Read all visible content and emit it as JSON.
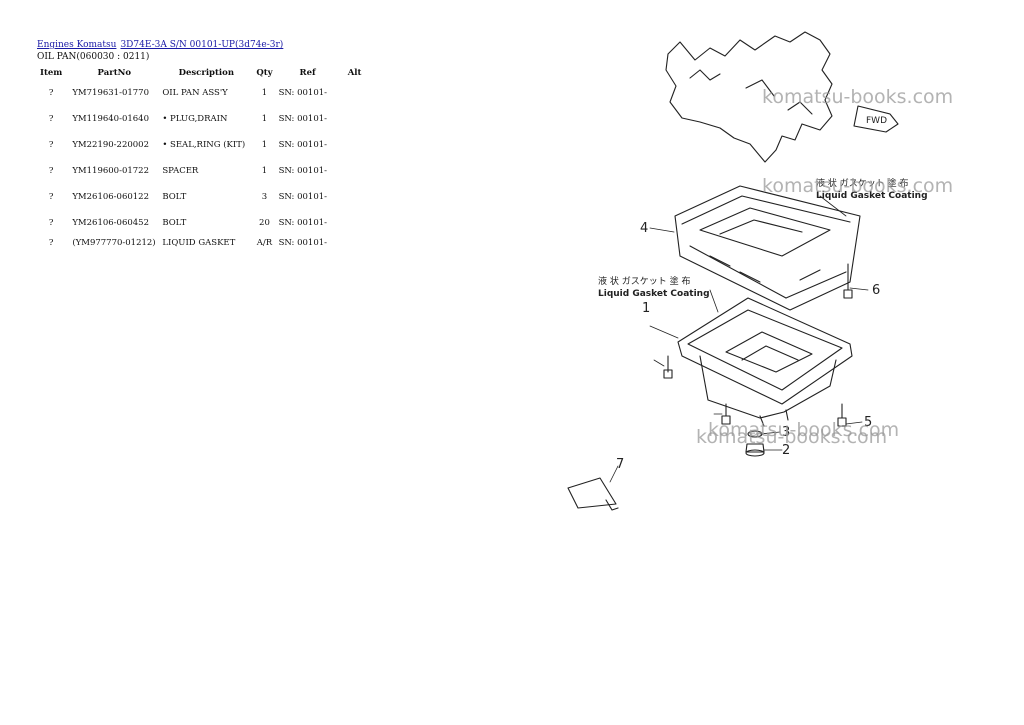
{
  "breadcrumb": {
    "link1": "Engines Komatsu",
    "link2": "3D74E-3A S/N 00101-UP(3d74e-3r)"
  },
  "page_title": "OIL PAN(060030 : 0211)",
  "table": {
    "headers": {
      "item": "Item",
      "partno": "PartNo",
      "description": "Description",
      "qty": "Qty",
      "ref": "Ref",
      "alt": "Alt"
    },
    "rows": [
      {
        "item": "?",
        "partno": "YM719631-01770",
        "description": "OIL PAN ASS'Y",
        "qty": "1",
        "ref": "SN: 00101-",
        "alt": ""
      },
      {
        "item": "?",
        "partno": "YM119640-01640",
        "description": "• PLUG,DRAIN",
        "qty": "1",
        "ref": "SN: 00101-",
        "alt": ""
      },
      {
        "item": "?",
        "partno": "YM22190-220002",
        "description": "• SEAL,RING (KIT)",
        "qty": "1",
        "ref": "SN: 00101-",
        "alt": ""
      },
      {
        "item": "?",
        "partno": "YM119600-01722",
        "description": "SPACER",
        "qty": "1",
        "ref": "SN: 00101-",
        "alt": ""
      },
      {
        "item": "?",
        "partno": "YM26106-060122",
        "description": "BOLT",
        "qty": "3",
        "ref": "SN: 00101-",
        "alt": ""
      },
      {
        "item": "?",
        "partno": "YM26106-060452",
        "description": "BOLT",
        "qty": "20",
        "ref": "SN: 00101-",
        "alt": ""
      },
      {
        "item": "?",
        "partno": "(YM977770-01212)",
        "description": "LIQUID GASKET",
        "qty": "A/R",
        "ref": "SN: 00101-",
        "alt": ""
      }
    ]
  },
  "diagram": {
    "watermark": "komatsu-books.com",
    "fwd_label": "FWD",
    "jp_label": "液 状 ガスケット 塗 布",
    "coating_label": "Liquid Gasket Coating",
    "callouts": [
      "1",
      "2",
      "3",
      "4",
      "5",
      "6",
      "7"
    ]
  }
}
